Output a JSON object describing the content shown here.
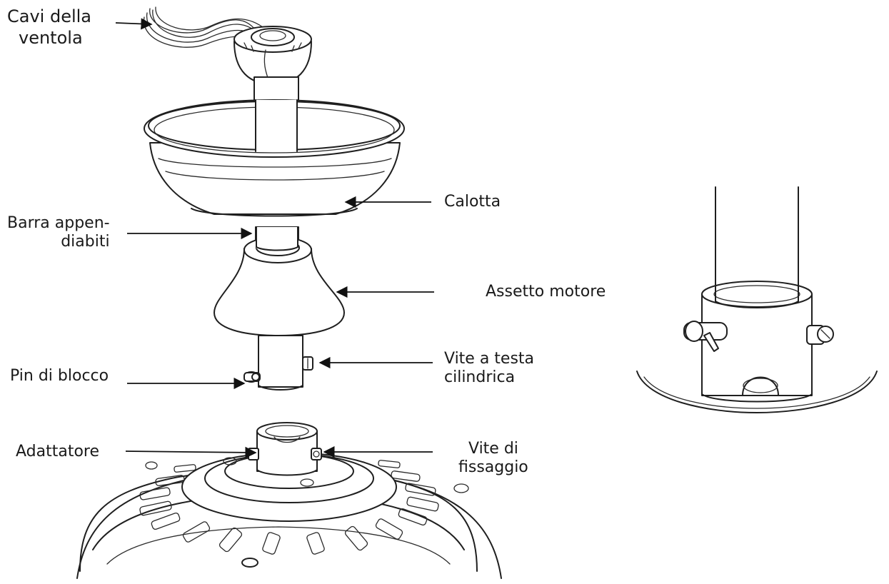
{
  "labels": {
    "fan_wires": [
      "Cavi della",
      "ventola"
    ],
    "canopy": [
      "Calotta"
    ],
    "downrod": [
      "Barra appen-",
      "diabiti"
    ],
    "motor_assembly": [
      "Assetto motore"
    ],
    "set_screw": [
      "Vite a testa",
      "cilindrica"
    ],
    "locking_pin": [
      "Pin di blocco"
    ],
    "adapter": [
      "Adattatore"
    ],
    "fixing_screw": [
      "Vite di",
      "fissaggio"
    ]
  },
  "colors": {
    "ink": "#1f1f1f",
    "background": "#ffffff"
  }
}
